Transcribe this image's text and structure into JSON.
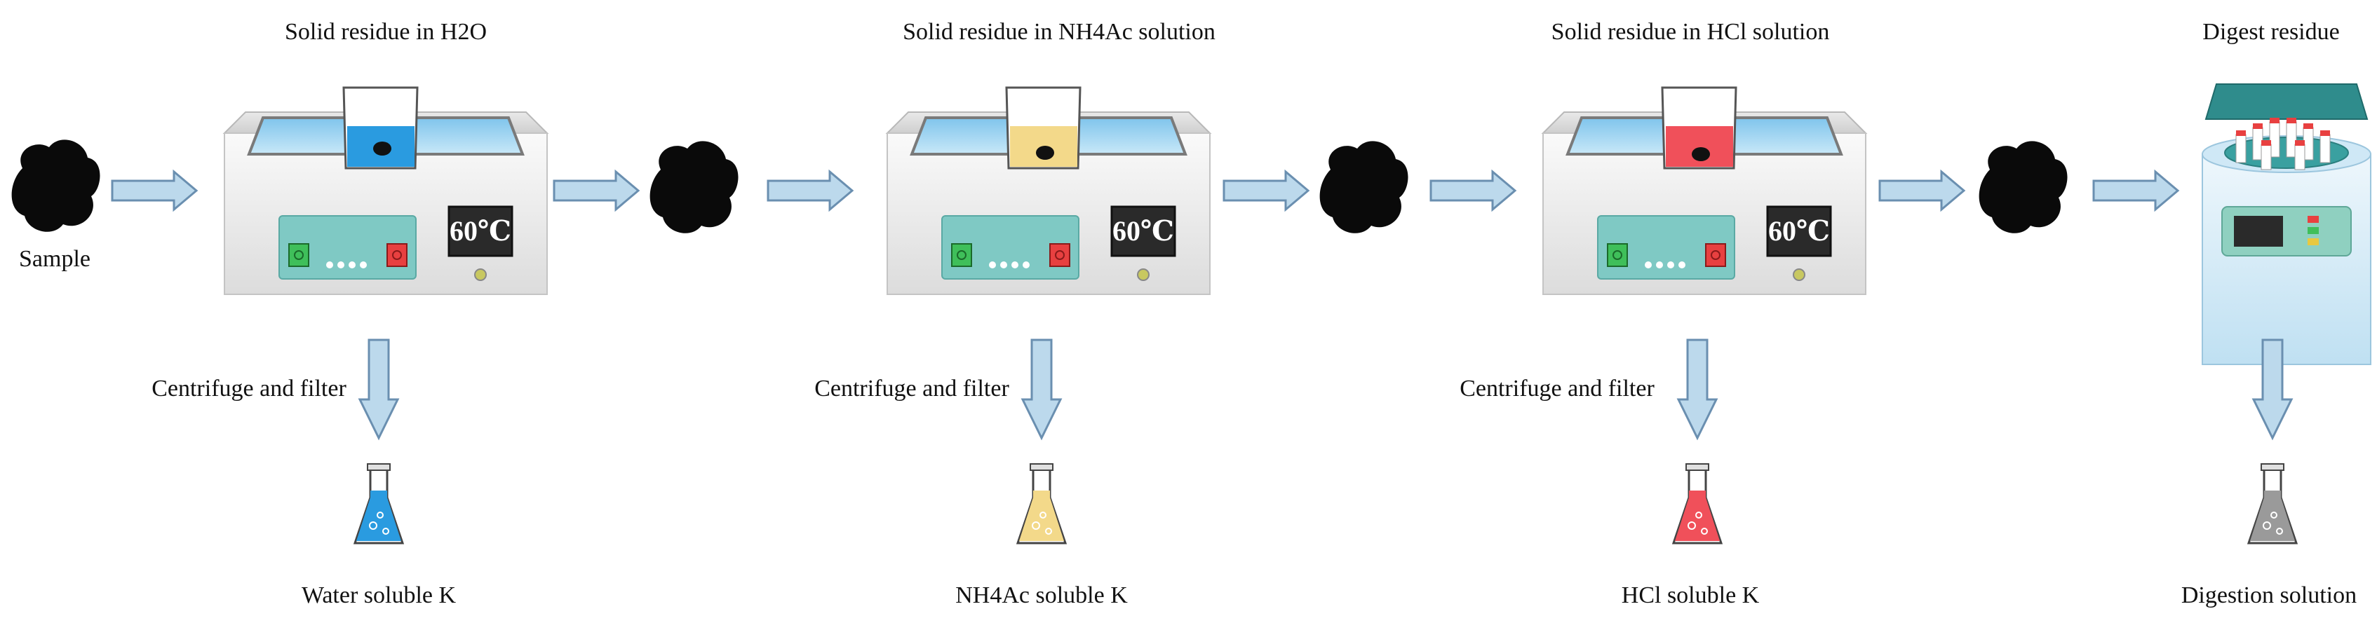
{
  "title": "",
  "start_label": "Sample",
  "stages": [
    {
      "top_label": "Solid residue in H2O",
      "display": "60℃",
      "process_label": "Centrifuge and filter",
      "product_label": "Water soluble K",
      "liquid_color": "#2a9be0"
    },
    {
      "top_label": "Solid residue in NH4Ac solution",
      "display": "60℃",
      "process_label": "Centrifuge and filter",
      "product_label": "NH4Ac soluble K",
      "liquid_color": "#f3d98a"
    },
    {
      "top_label": "Solid residue in HCl solution",
      "display": "60℃",
      "process_label": "Centrifuge and filter",
      "product_label": "HCl soluble K",
      "liquid_color": "#f0505a"
    }
  ],
  "final_stage": {
    "top_label": "Digest residue",
    "product_label": "Digestion solution",
    "liquid_color": "#9a9a9a"
  },
  "colors": {
    "arrow_fill": "#bcd9ec",
    "arrow_stroke": "#6a8fb0",
    "bath_body": "#f1f1f1",
    "water": "#a8d8f2",
    "lcd": "#2a2a2a"
  }
}
